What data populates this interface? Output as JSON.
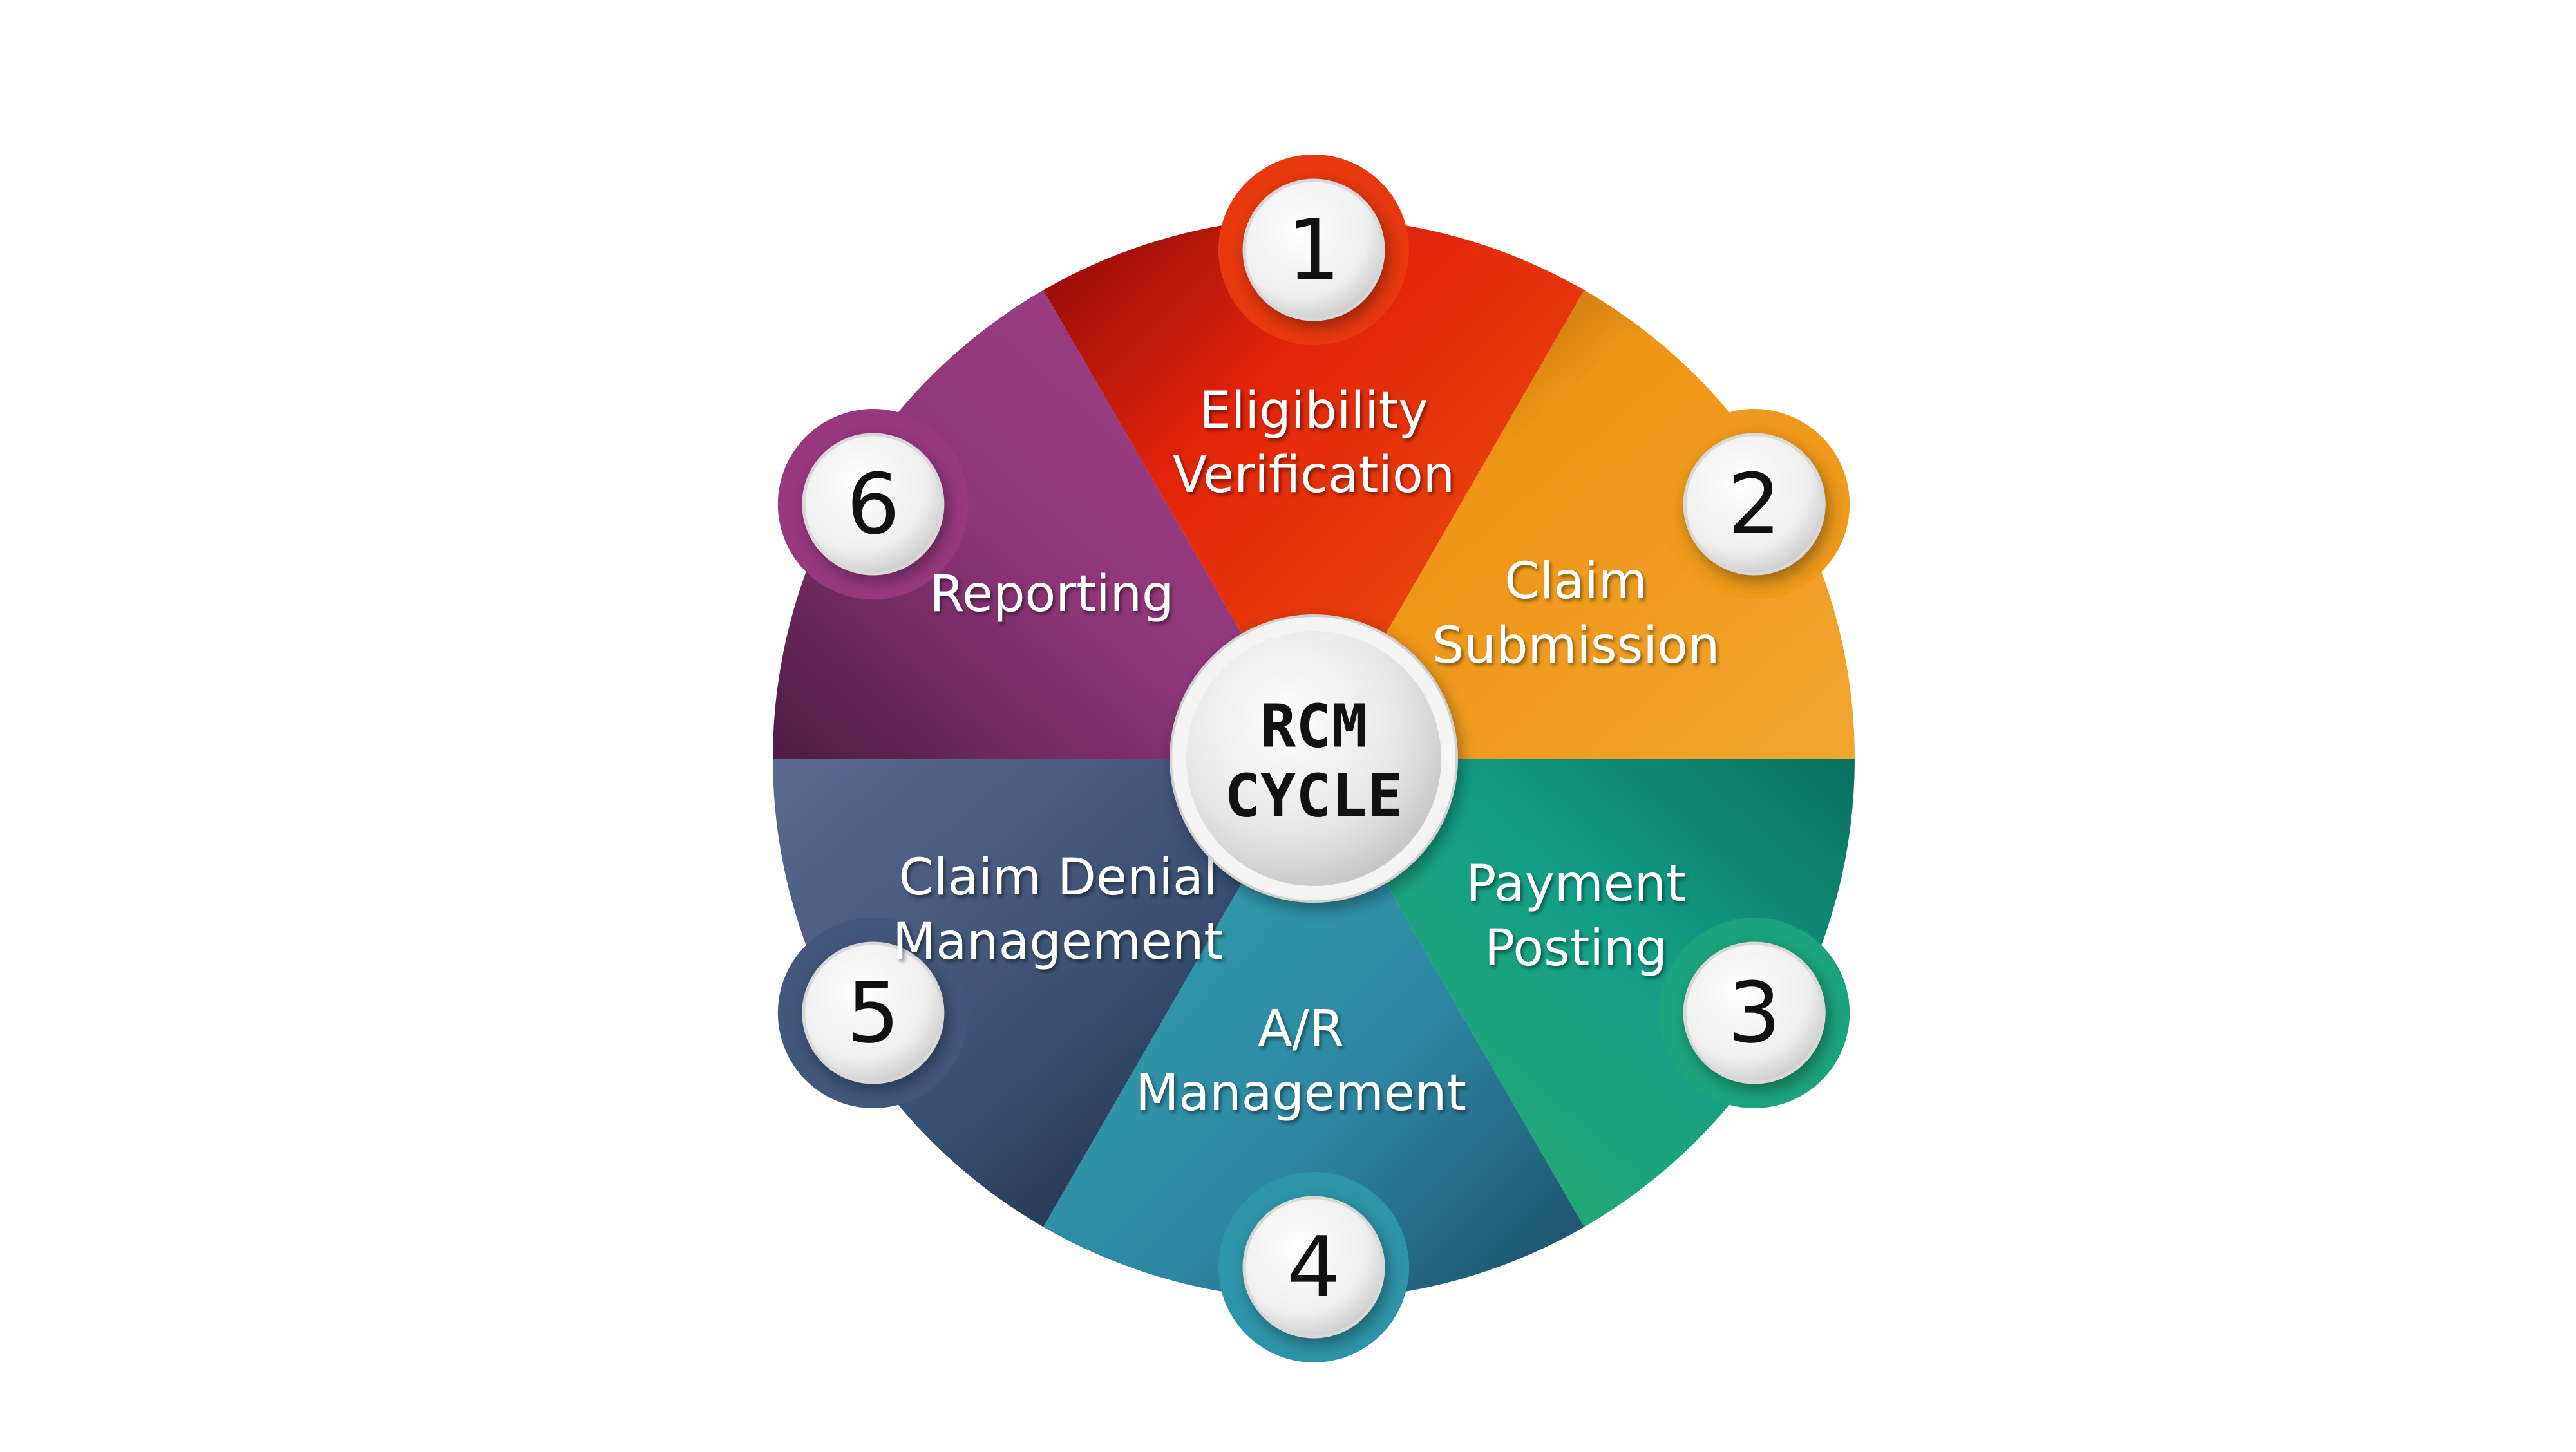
{
  "center": {
    "line1": "RCM",
    "line2": "CYCLE"
  },
  "steps": [
    {
      "number": "1",
      "line1": "Eligibility",
      "line2": "Verification",
      "color": "#E8380F"
    },
    {
      "number": "2",
      "line1": "Claim",
      "line2": "Submission",
      "color": "#EE9A1C"
    },
    {
      "number": "3",
      "line1": "Payment",
      "line2": "Posting",
      "color": "#1BA47C"
    },
    {
      "number": "4",
      "line1": "A/R",
      "line2": "Management",
      "color": "#2E94A8"
    },
    {
      "number": "5",
      "line1": "Claim Denial",
      "line2": "Management",
      "color": "#42577C"
    },
    {
      "number": "6",
      "line1": "Reporting",
      "line2": "",
      "color": "#98387F"
    }
  ]
}
